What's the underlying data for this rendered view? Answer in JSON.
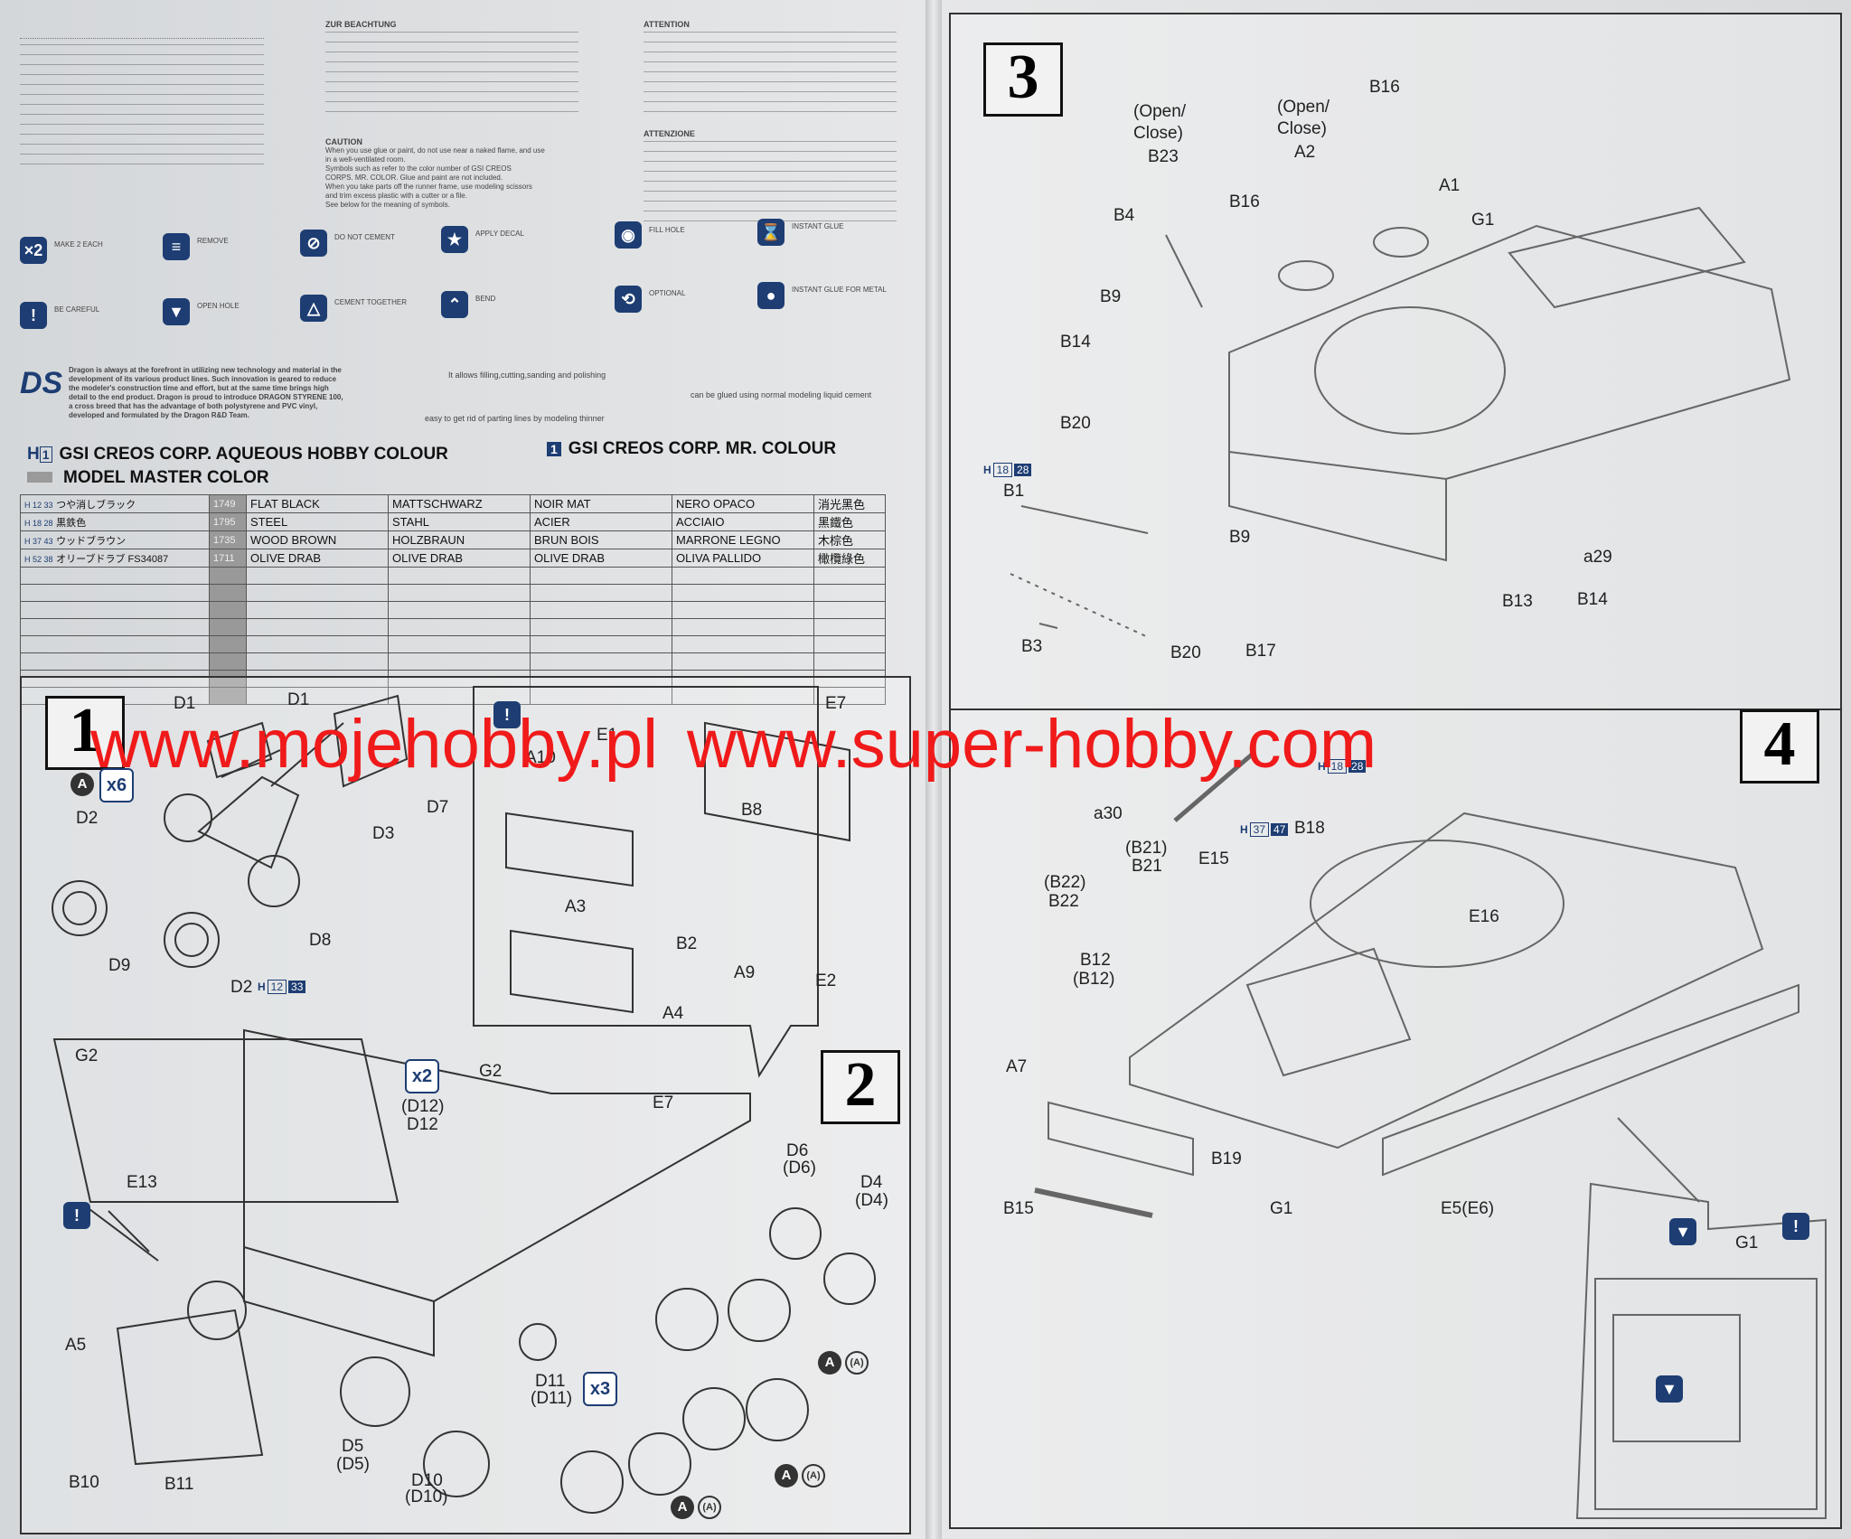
{
  "watermark": [
    "www.mojehobby.pl",
    "www.super-hobby.com"
  ],
  "notes": {
    "zur_title": "ZUR BEACHTUNG",
    "attention_title": "ATTENTION",
    "caution_title": "CAUTION",
    "attenzione_title": "ATTENZIONE",
    "caution_lines": [
      "When you use glue or paint, do not use near a naked flame, and use",
      "in a well-ventilated room.",
      "Symbols such as refer to the color number of GSI CREOS",
      "CORPS. MR. COLOR. Glue and paint are not included.",
      "When you take parts off the runner frame, use modeling scissors",
      "and trim excess plastic with a cutter or a file.",
      "See below for the meaning of symbols."
    ]
  },
  "symbols": [
    {
      "icon": "x2",
      "text": "MAKE 2 EACH"
    },
    {
      "icon": "remove",
      "text": "REMOVE"
    },
    {
      "icon": "do-not-cement",
      "text": "DO NOT CEMENT"
    },
    {
      "icon": "apply-decal",
      "text": "APPLY DECAL"
    },
    {
      "icon": "fill-hole",
      "text": "FILL HOLE"
    },
    {
      "icon": "instant-glue",
      "text": "INSTANT GLUE"
    },
    {
      "icon": "be-careful",
      "text": "BE CAREFUL"
    },
    {
      "icon": "open-hole",
      "text": "OPEN HOLE"
    },
    {
      "icon": "cement-together",
      "text": "CEMENT TOGETHER"
    },
    {
      "icon": "bend",
      "text": "BEND"
    },
    {
      "icon": "optional",
      "text": "OPTIONAL"
    },
    {
      "icon": "instant-glue-metal",
      "text": "INSTANT GLUE FOR METAL"
    }
  ],
  "ds": {
    "logo": "DS",
    "text": "Dragon is always at the forefront in utilizing new technology and material in the development of its various product lines. Such innovation is geared to reduce the modeler's construction time and effort, but at the same time brings high detail to the end product. Dragon is proud to introduce DRAGON STYRENE 100, a cross breed that has the advantage of both polystyrene and PVC vinyl, developed and formulated by the Dragon R&D Team.",
    "point1": "It allows filling,cutting,sanding and polishing",
    "point2": "easy to get rid of parting lines by modeling thinner",
    "point3": "can be glued using normal modeling liquid cement"
  },
  "paint": {
    "h_label": "H",
    "h_num": "1",
    "aqueous": "GSI CREOS CORP. AQUEOUS HOBBY COLOUR",
    "mr_num": "1",
    "mr": "GSI CREOS CORP. MR. COLOUR",
    "mm": "MODEL MASTER COLOR",
    "rows": [
      {
        "code": "H 12 33",
        "jp": "つや消しブラック",
        "mm": "1749",
        "en": "FLAT BLACK",
        "de": "MATTSCHWARZ",
        "fr": "NOIR MAT",
        "it": "NERO OPACO",
        "cn": "消光黑色"
      },
      {
        "code": "H 18 28",
        "jp": "黒鉄色",
        "mm": "1795",
        "en": "STEEL",
        "de": "STAHL",
        "fr": "ACIER",
        "it": "ACCIAIO",
        "cn": "黑鐵色"
      },
      {
        "code": "H 37 43",
        "jp": "ウッドブラウン",
        "mm": "1735",
        "en": "WOOD BROWN",
        "de": "HOLZBRAUN",
        "fr": "BRUN BOIS",
        "it": "MARRONE LEGNO",
        "cn": "木棕色"
      },
      {
        "code": "H 52 38",
        "jp": "オリーブドラブ FS34087",
        "mm": "1711",
        "en": "OLIVE DRAB",
        "de": "OLIVE DRAB",
        "fr": "OLIVE DRAB",
        "it": "OLIVA PALLIDO",
        "cn": "橄欖綠色"
      }
    ]
  },
  "step1": {
    "num": "1",
    "labels": [
      "D1",
      "D1",
      "D2",
      "D3",
      "D7",
      "D8",
      "D9",
      "D2"
    ],
    "mult": "x6",
    "circle": "A",
    "paint_tag": {
      "h": "H",
      "a": "12",
      "b": "33"
    }
  },
  "inset1": {
    "labels": [
      "E7",
      "E1",
      "A10",
      "B8",
      "A3",
      "B2",
      "A9",
      "E2",
      "A4"
    ]
  },
  "step2": {
    "num": "2",
    "labels": [
      "G2",
      "E13",
      "G2",
      "E7",
      "D12",
      "(D12)",
      "D6",
      "(D6)",
      "D4",
      "(D4)",
      "A5",
      "B10",
      "B11",
      "D5",
      "(D5)",
      "D10",
      "(D10)",
      "D11",
      "(D11)"
    ],
    "mult_x2": "x2",
    "mult_x3": "x3",
    "circle": "A",
    "circle_o": "(A)"
  },
  "step3": {
    "num": "3",
    "labels": [
      "B16",
      "A1",
      "G1",
      "B16",
      "B23",
      "A2",
      "B4",
      "B9",
      "B14",
      "B20",
      "B1",
      "B9",
      "B3",
      "B20",
      "B17",
      "B13",
      "B14",
      "a29"
    ],
    "open_close_1": "(Open/",
    "open_close_2": "Close)",
    "paint_tag": {
      "h": "H",
      "a": "18",
      "b": "28"
    }
  },
  "step4": {
    "num": "4",
    "labels": [
      "a30",
      "(B21)",
      "B21",
      "E15",
      "B18",
      "(B22)",
      "B22",
      "E16",
      "B12",
      "(B12)",
      "A7",
      "B19",
      "B15",
      "G1",
      "E5(E6)",
      "G1"
    ],
    "paint_tag1": {
      "h": "H",
      "a": "18",
      "b": "28"
    },
    "paint_tag2": {
      "h": "H",
      "a": "37",
      "b": "47"
    }
  }
}
